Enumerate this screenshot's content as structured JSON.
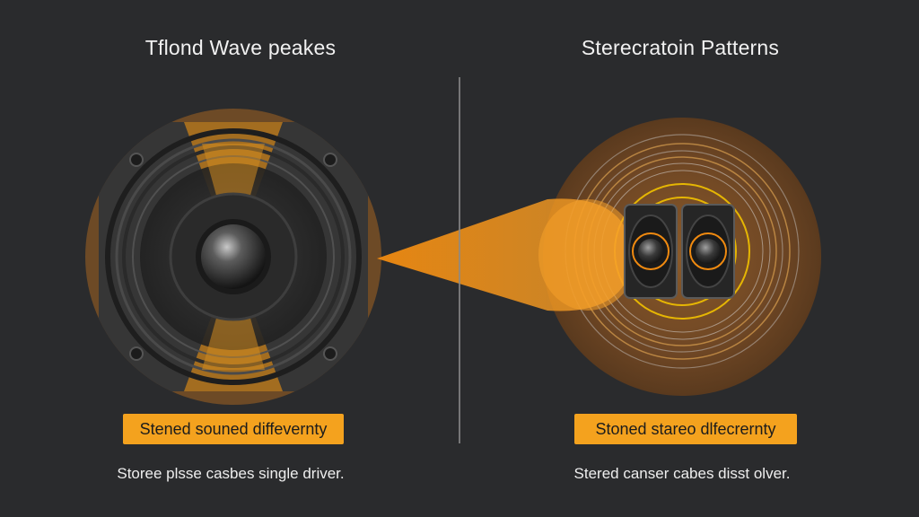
{
  "left_panel": {
    "title": "Tflond Wave peakes",
    "label": "Stened souned diffevernty",
    "caption": "Storee plsse casbes single driver."
  },
  "right_panel": {
    "title": "Sterecratoin Patterns",
    "label": "Stoned stareo dlfecrernty",
    "caption": "Stered canser cabes disst olver."
  },
  "colors": {
    "background": "#2a2b2d",
    "accent": "#f4a21e",
    "beam": "#f08a10",
    "ring_brown": "#6b4422"
  }
}
